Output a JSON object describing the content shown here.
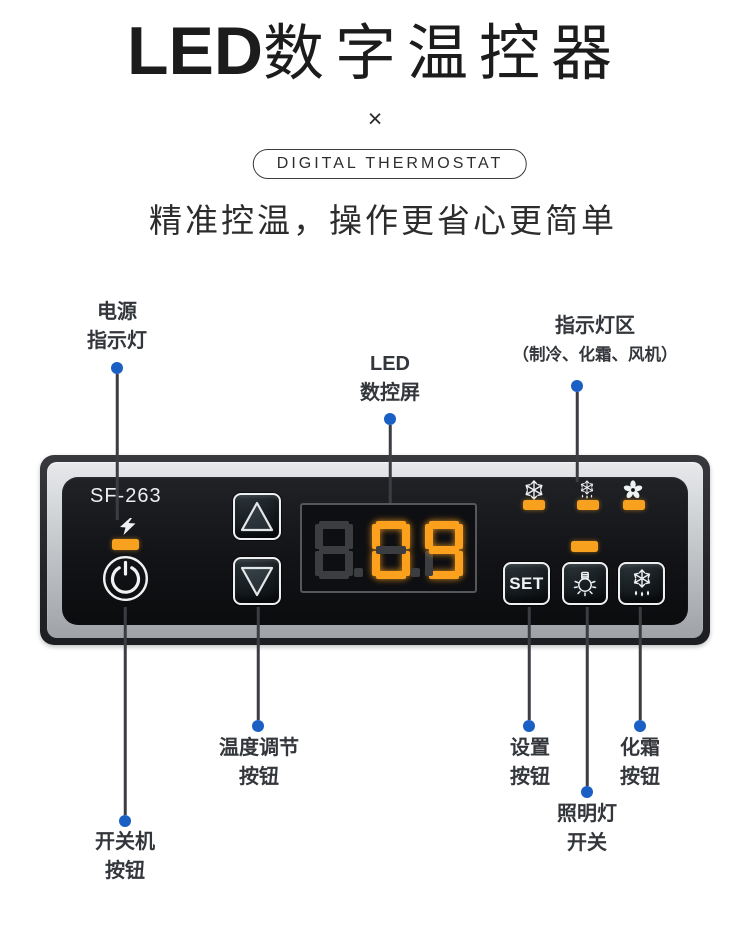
{
  "header": {
    "title_latin": "LED",
    "title_cn": "数字温控器",
    "separator": "×",
    "badge": "DIGITAL THERMOSTAT",
    "subtitle": "精准控温，操作更省心更简单"
  },
  "colors": {
    "accent_orange": "#F7A11F",
    "callout_dot_blue": "#1A5FC4",
    "callout_line_gray": "#3A3D42",
    "led_lit": "#FBA11E",
    "led_dim": "#3B3D41"
  },
  "panel": {
    "model": "SF-263",
    "set_button_label": "SET",
    "display_digits": [
      {
        "value": "8",
        "lit": false
      },
      {
        "value": "0",
        "lit": true
      },
      {
        "value": "9",
        "lit": true
      }
    ],
    "display_value": "09",
    "indicator_icons": [
      "snowflake-icon",
      "defrost-indicator-icon",
      "fan-icon"
    ]
  },
  "callouts": {
    "power_indicator": {
      "lines": [
        "电源",
        "指示灯"
      ]
    },
    "led_screen": {
      "lines": [
        "LED",
        "数控屏"
      ]
    },
    "indicator_area": {
      "lines": [
        "指示灯区",
        "（制冷、化霜、风机）"
      ]
    },
    "power_button": {
      "lines": [
        "开关机",
        "按钮"
      ]
    },
    "temp_buttons": {
      "lines": [
        "温度调节",
        "按钮"
      ]
    },
    "set_button": {
      "lines": [
        "设置",
        "按钮"
      ]
    },
    "light_switch": {
      "lines": [
        "照明灯",
        "开关"
      ]
    },
    "defrost_button": {
      "lines": [
        "化霜",
        "按钮"
      ]
    }
  }
}
